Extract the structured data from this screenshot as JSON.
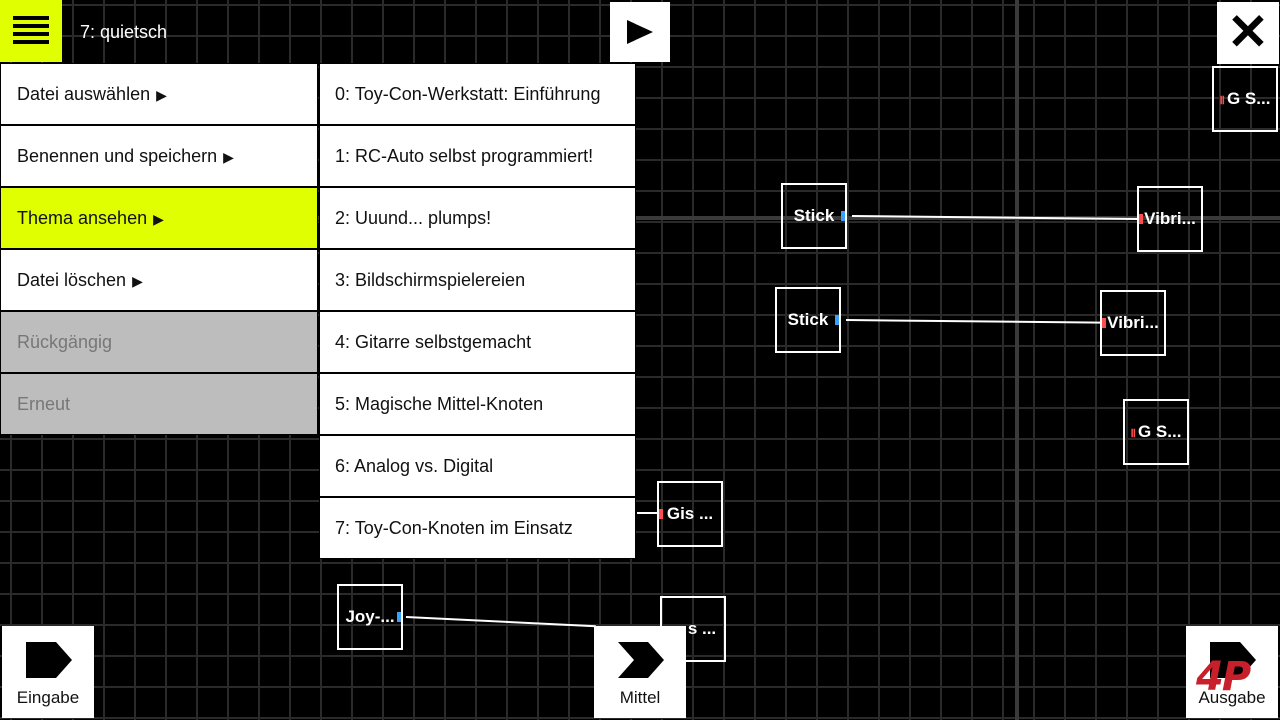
{
  "header": {
    "file_title": "7: quietsch"
  },
  "menu": {
    "items": [
      {
        "label": "Datei auswählen",
        "arrow": "▶"
      },
      {
        "label": "Benennen und speichern",
        "arrow": "▶"
      },
      {
        "label": "Thema ansehen",
        "arrow": "▶"
      },
      {
        "label": "Datei löschen",
        "arrow": "▶"
      },
      {
        "label": "Rückgängig"
      },
      {
        "label": "Erneut"
      }
    ]
  },
  "submenu": {
    "items": [
      "0: Toy-Con-Werkstatt: Einführung",
      "1: RC-Auto selbst programmiert!",
      "2: Uuund... plumps!",
      "3: Bildschirmspielereien",
      "4: Gitarre selbstgemacht",
      "5: Magische Mittel-Knoten",
      "6: Analog vs. Digital",
      "7: Toy-Con-Knoten im Einsatz"
    ]
  },
  "nodes": {
    "stick1": "Stick",
    "stick2": "Stick",
    "vibri1": "Vibri...",
    "vibri2": "Vibri...",
    "gs1": "G S...",
    "gs2": "G S...",
    "gis": "Gis ...",
    "joy": "Joy-...",
    "gis2": "s ..."
  },
  "bottom": {
    "eingabe": "Eingabe",
    "mittel": "Mittel",
    "ausgabe": "Ausgabe"
  },
  "watermark": "4P",
  "icons": {
    "menu": "hamburger-icon",
    "play": "play-icon",
    "close": "close-icon",
    "input_chevron": "chevron-right-icon",
    "middle_chevron": "double-chevron-icon"
  },
  "colors": {
    "accent": "#e0ff00",
    "port_out": "#3aa0ff",
    "port_in": "#ff4d4d"
  }
}
